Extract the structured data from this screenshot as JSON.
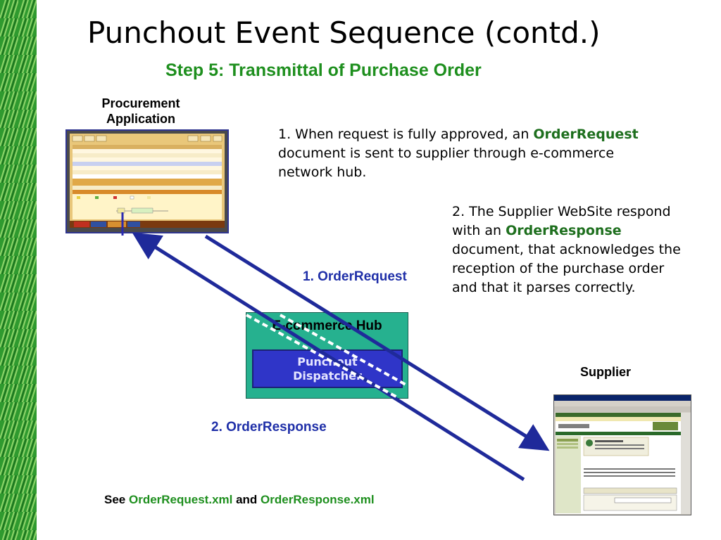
{
  "slide": {
    "title": "Punchout Event Sequence (contd.)",
    "subtitle": "Step 5: Transmittal of Purchase Order"
  },
  "procurement": {
    "label_line1": "Procurement",
    "label_line2": "Application"
  },
  "supplier": {
    "label": "Supplier"
  },
  "hub": {
    "title": "E-commerce Hub",
    "dispatcher_line1": "Punchout",
    "dispatcher_line2": "Dispatcher"
  },
  "step1": {
    "before": "1. When request is fully approved, an ",
    "term": "OrderRequest",
    "after": " document is sent to supplier through e-commerce network hub."
  },
  "step2": {
    "before": "2. The Supplier WebSite respond with an ",
    "term": "OrderResponse",
    "after": " document, that acknowledges the reception of the purchase order and that it parses correctly."
  },
  "arrow_labels": {
    "request": "1. OrderRequest",
    "response": "2. OrderResponse"
  },
  "footer": {
    "see": "See ",
    "file1": "OrderRequest.xml",
    "and": " and ",
    "file2": "OrderResponse.xml"
  },
  "colors": {
    "title_green": "#1e8f1e",
    "arrow_blue": "#1f2a9a",
    "hub_teal": "#26b18f",
    "dispatcher_blue": "#2f35c8",
    "sidebar_green": "#2f9a2f"
  }
}
